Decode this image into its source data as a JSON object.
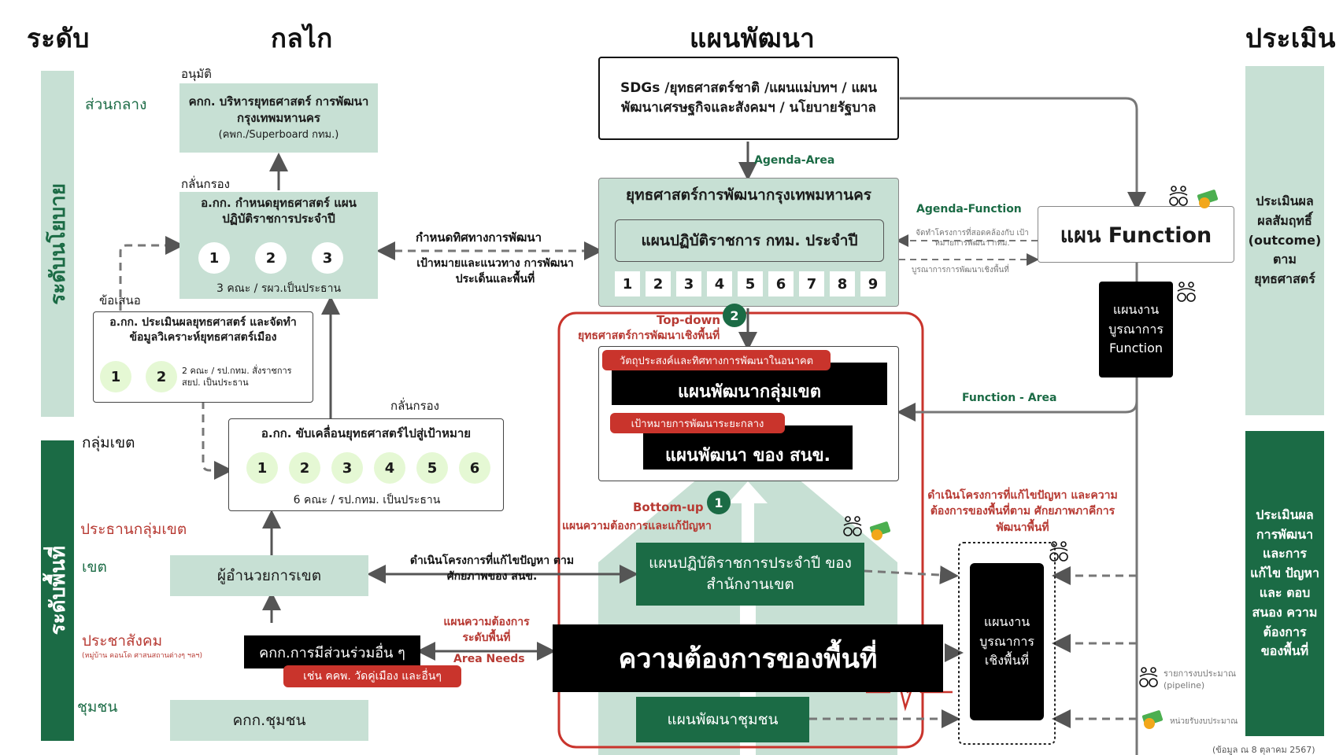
{
  "headers": {
    "level": "ระดับ",
    "mechanism": "กลไก",
    "plan": "แผนพัฒนา",
    "eval": "ประเมิน"
  },
  "side_bars": {
    "policy": "ระดับนโยบาย",
    "area": "ระดับพื้นที่"
  },
  "levels": {
    "central": "ส่วนกลาง",
    "cluster": "กลุ่มเขต",
    "cluster_head": "ประธานกลุ่มเขต",
    "district": "เขต",
    "civil": "ประชาสังคม",
    "civil_sub": "(หมู่บ้าน คอนโด ศาสนสถานต่างๆ ฯลฯ)",
    "community": "ชุมชน"
  },
  "mechanism": {
    "approve_label": "อนุมัติ",
    "board_title": "คกก. บริหารยุทธศาสตร์ การพัฒนากรุงเทพมหานคร",
    "board_sub": "(คพก./Superboard กทม.)",
    "screen_label_top": "กลั่นกรอง",
    "strategy_committee_title": "อ.กก. กำหนดยุทธศาสตร์ แผนปฏิบัติราชการประจำปี",
    "strategy_items": [
      "1",
      "2",
      "3"
    ],
    "strategy_note": "3 คณะ / รผว.เป็นประธาน",
    "propose_label": "ข้อเสนอ",
    "eval_committee_title": "อ.กก. ประเมินผลยุทธศาสตร์ และจัดทำข้อมูลวิเคราะห์ยุทธศาสตร์เมือง",
    "eval_items": [
      "1",
      "2"
    ],
    "eval_note": "2 คณะ / รป.กทม. สั่งราชการ สยป. เป็นประธาน",
    "screen_label_mid": "กลั่นกรอง",
    "drive_committee_title": "อ.กก. ขับเคลื่อนยุทธศาสตร์ไปสู่เป้าหมาย",
    "drive_items": [
      "1",
      "2",
      "3",
      "4",
      "5",
      "6"
    ],
    "drive_note": "6 คณะ / รป.กทม. เป็นประธาน",
    "district_director": "ผู้อำนวยการเขต",
    "participation_committee": "คกก.การมีส่วนร่วมอื่น ๆ",
    "participation_example": "เช่น คคพ. วัดคู่เมือง และอื่นๆ",
    "community_committee": "คกก.ชุมชน"
  },
  "plan": {
    "national": "SDGs /ยุทธศาสตร์ชาติ /แผนแม่บทฯ / แผนพัฒนาเศรษฐกิจและสังคมฯ / นโยบายรัฐบาล",
    "agenda_area": "Agenda-Area",
    "bkk_strategy": "ยุทธศาสตร์การพัฒนากรุงเทพมหานคร",
    "annual_plan": "แผนปฏิบัติราชการ กทม. ประจำปี",
    "annual_items": [
      "1",
      "2",
      "3",
      "4",
      "5",
      "6",
      "7",
      "8",
      "9"
    ],
    "direction": "กำหนดทิศทางการพัฒนา",
    "targets": "เป้าหมายและแนวทาง การพัฒนาประเด็นและพื้นที่",
    "topdown": "Top-down",
    "topdown_sub": "ยุทธศาสตร์การพัฒนาเชิงพื้นที่",
    "topdown_badge": "2",
    "objective_pill": "วัตถุประสงค์และทิศทางการพัฒนาในอนาคต",
    "cluster_plan": "แผนพัฒนากลุ่มเขต",
    "midterm_pill": "เป้าหมายการพัฒนาระยะกลาง",
    "district_plan": "แผนพัฒนา ของ สนข.",
    "bottomup": "Bottom-up",
    "bottomup_sub": "แผนความต้องการและแก้ปัญหา",
    "bottomup_badge": "1",
    "district_annual": "แผนปฏิบัติราชการประจำปี ของสำนักงานเขต",
    "implement_solve": "ดำเนินโครงการที่แก้ไขปัญหา ตามศักยภาพของ สนข.",
    "area_needs_label": "แผนความต้องการ ระดับพื้นที่",
    "area_needs_en": "Area Needs",
    "area_needs_main": "ความต้องการของพื้นที่",
    "community_plan": "แผนพัฒนาชุมชน",
    "implement_area": "ดำเนินโครงการที่แก้ไขปัญหา และความต้องการของพื้นที่ตาม ศักยภาพภาคีการพัฒนาพื้นที่"
  },
  "function": {
    "agenda_function": "Agenda-Function",
    "plan_function": "แผน Function",
    "align_note": "จัดทำโครงการที่สอดคล้องกับ เป้าหมายการพัฒนา กทม.",
    "integrate_note": "บูรณาการการพัฒนาเชิงพื้นที่",
    "budget_function": "แผนงาน บูรณาการ Function",
    "function_area": "Function - Area",
    "budget_area": "แผนงาน บูรณาการ เชิงพื้นที่",
    "pipeline_note": "รายการงบประมาณ (pipeline)",
    "budget_unit_note": "หน่วยรับงบประมาณ"
  },
  "evaluation": {
    "outcome": "ประเมินผล ผลสัมฤทธิ์ (outcome) ตาม ยุทธศาสตร์",
    "development": "ประเมินผล การพัฒนา และการ แก้ไข ปัญหาและ ตอบสนอง ความ ต้องการ ของพื้นที่"
  },
  "footnote": "(ข้อมูล ณ 8 ตุลาคม 2567)",
  "colors": {
    "dark_green": "#1b6b45",
    "mint": "#c7e0d4",
    "red": "#c9342c",
    "black": "#000000"
  }
}
